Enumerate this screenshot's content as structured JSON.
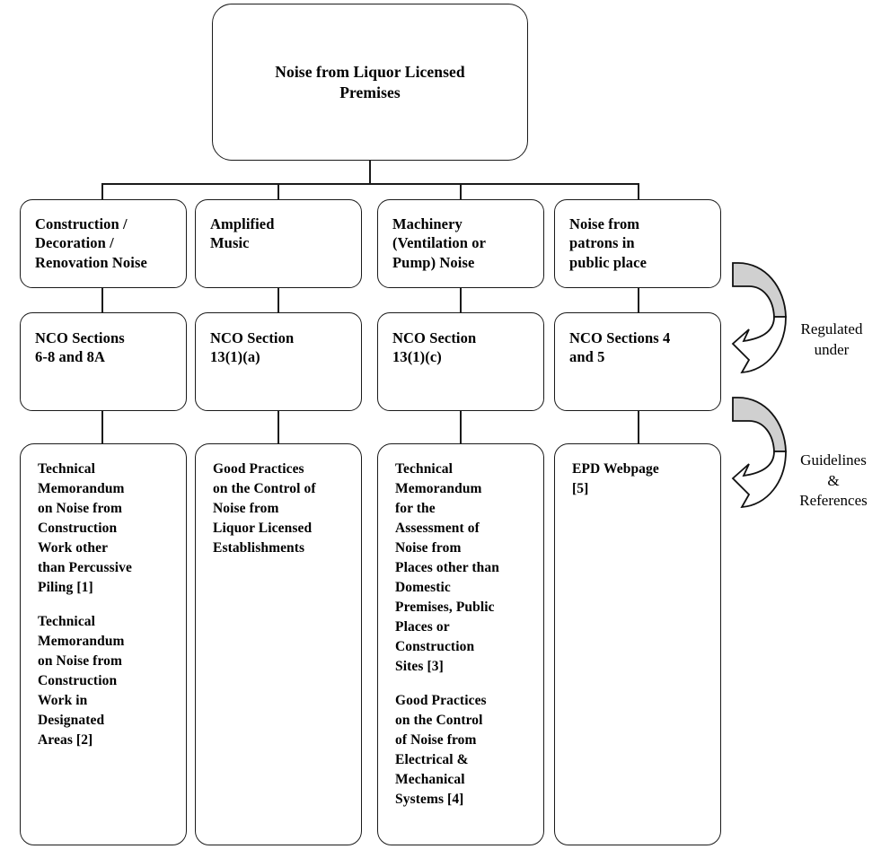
{
  "diagram": {
    "title": "Noise from Liquor Licensed Premises",
    "root": {
      "label": "Noise from Liquor Licensed\nPremises"
    },
    "categories": [
      {
        "id": "construction",
        "label": "Construction /\nDecoration /\nRenovation Noise"
      },
      {
        "id": "amplified-music",
        "label": "Amplified\nMusic"
      },
      {
        "id": "machinery",
        "label": "Machinery\n(Ventilation or\nPump) Noise"
      },
      {
        "id": "patrons",
        "label": "Noise from\npatrons in\npublic place"
      }
    ],
    "regulations": [
      {
        "id": "nco-6-8-8a",
        "label": "NCO Sections\n6-8 and 8A"
      },
      {
        "id": "nco-13-1-a",
        "label": "NCO Section\n13(1)(a)"
      },
      {
        "id": "nco-13-1-c",
        "label": "NCO Section\n13(1)(c)"
      },
      {
        "id": "nco-4-5",
        "label": "NCO Sections 4\nand 5"
      }
    ],
    "references": [
      {
        "id": "construction-refs",
        "paragraphs": [
          "Technical\nMemorandum\non Noise from\nConstruction\nWork other\nthan Percussive\nPiling [1]",
          "Technical\nMemorandum\non Noise from\nConstruction\nWork in\nDesignated\nAreas [2]"
        ]
      },
      {
        "id": "music-refs",
        "paragraphs": [
          "Good Practices\non the Control of\nNoise from\nLiquor Licensed\nEstablishments"
        ]
      },
      {
        "id": "machinery-refs",
        "paragraphs": [
          "Technical\nMemorandum\nfor the\nAssessment of\nNoise from\nPlaces other than\nDomestic\nPremises, Public\nPlaces or\nConstruction\nSites [3]",
          "Good Practices\non the Control\nof Noise from\nElectrical &\nMechanical\nSystems [4]"
        ]
      },
      {
        "id": "patrons-refs",
        "paragraphs": [
          "EPD Webpage\n[5]"
        ]
      }
    ],
    "side_labels": [
      {
        "id": "regulated-under",
        "label": "Regulated\nunder"
      },
      {
        "id": "guidelines-references",
        "label": "Guidelines\n&\nReferences"
      }
    ],
    "colors": {
      "stroke": "#1a1a1a",
      "box_fill": "#ffffff",
      "arrow_shaded": "#d0d0d0",
      "arrow_open": "#ffffff",
      "text": "#000000"
    }
  }
}
